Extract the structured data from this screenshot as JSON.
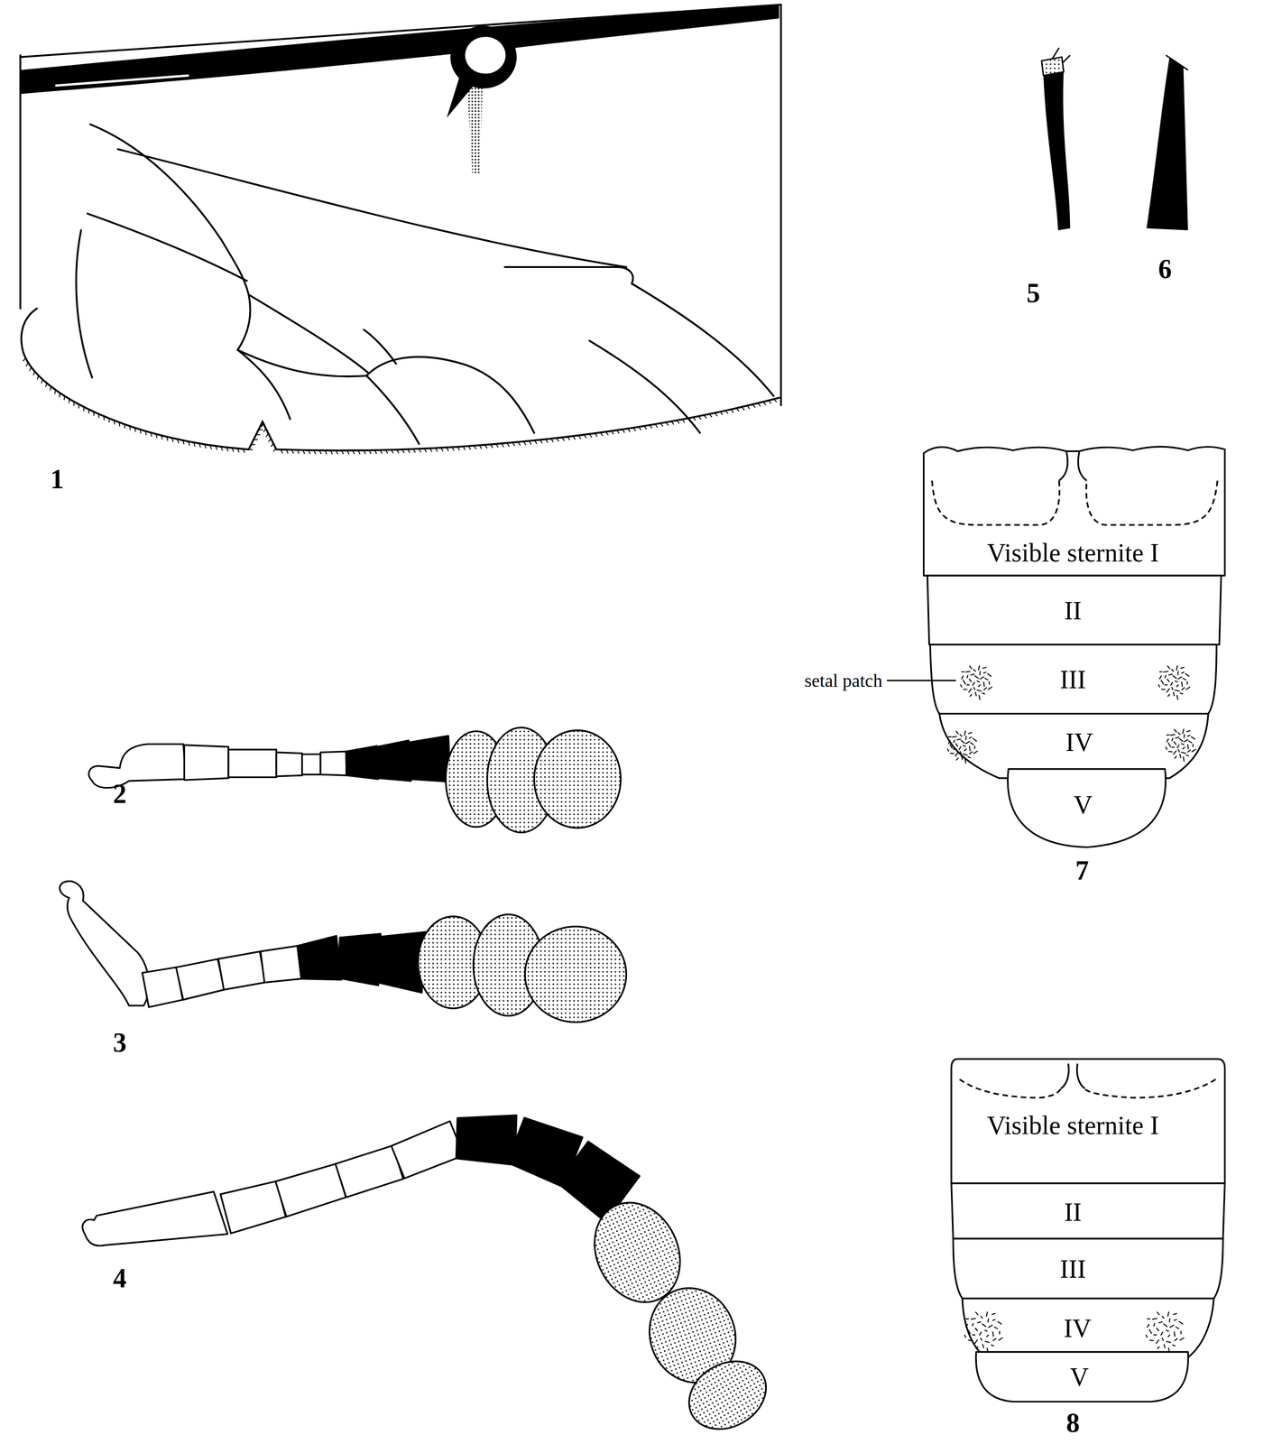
{
  "diagram": {
    "nodes": [
      {
        "text": [
          "Visible sternite I"
        ]
      },
      {
        "text": [
          "II"
        ]
      },
      {
        "text": [
          "III"
        ]
      },
      {
        "text": [
          "IV"
        ]
      },
      {
        "text": [
          "V"
        ]
      },
      {
        "text": [
          "Visible sternite I"
        ]
      },
      {
        "text": [
          "II"
        ]
      },
      {
        "text": [
          "III"
        ]
      },
      {
        "text": [
          "IV"
        ]
      },
      {
        "text": [
          "V"
        ]
      }
    ],
    "labels": [
      "1",
      "5",
      "6",
      "2",
      "setal patch",
      "7",
      "3",
      "4",
      "8"
    ]
  }
}
